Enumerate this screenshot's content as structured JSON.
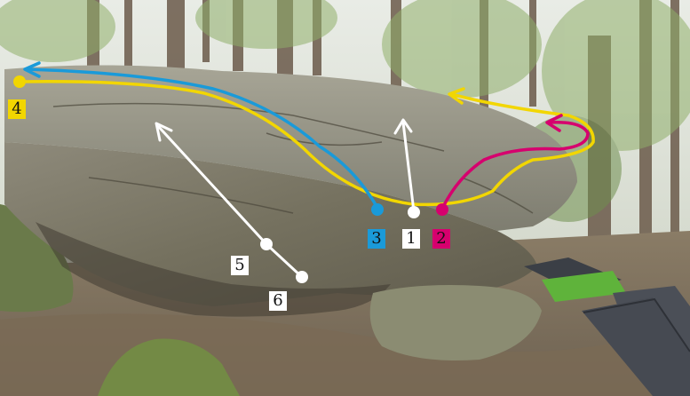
{
  "photo": {
    "subject": "bouldering topo",
    "colors": {
      "route_yellow": "#f2d600",
      "route_blue": "#1a9ad9",
      "route_magenta": "#d6006e",
      "route_white": "#ffffff",
      "label_text_dark": "#111111"
    }
  },
  "routes": [
    {
      "number": "1",
      "color": "#ffffff",
      "label_bg": "#ffffff",
      "label_fg": "#111111"
    },
    {
      "number": "2",
      "color": "#d6006e",
      "label_bg": "#d6006e",
      "label_fg": "#111111"
    },
    {
      "number": "3",
      "color": "#1a9ad9",
      "label_bg": "#1a9ad9",
      "label_fg": "#111111"
    },
    {
      "number": "4",
      "color": "#f2d600",
      "label_bg": "#f2d600",
      "label_fg": "#111111"
    },
    {
      "number": "5",
      "color": "#ffffff",
      "label_bg": "#ffffff",
      "label_fg": "#111111"
    },
    {
      "number": "6",
      "color": "#ffffff",
      "label_bg": "#ffffff",
      "label_fg": "#111111"
    }
  ]
}
